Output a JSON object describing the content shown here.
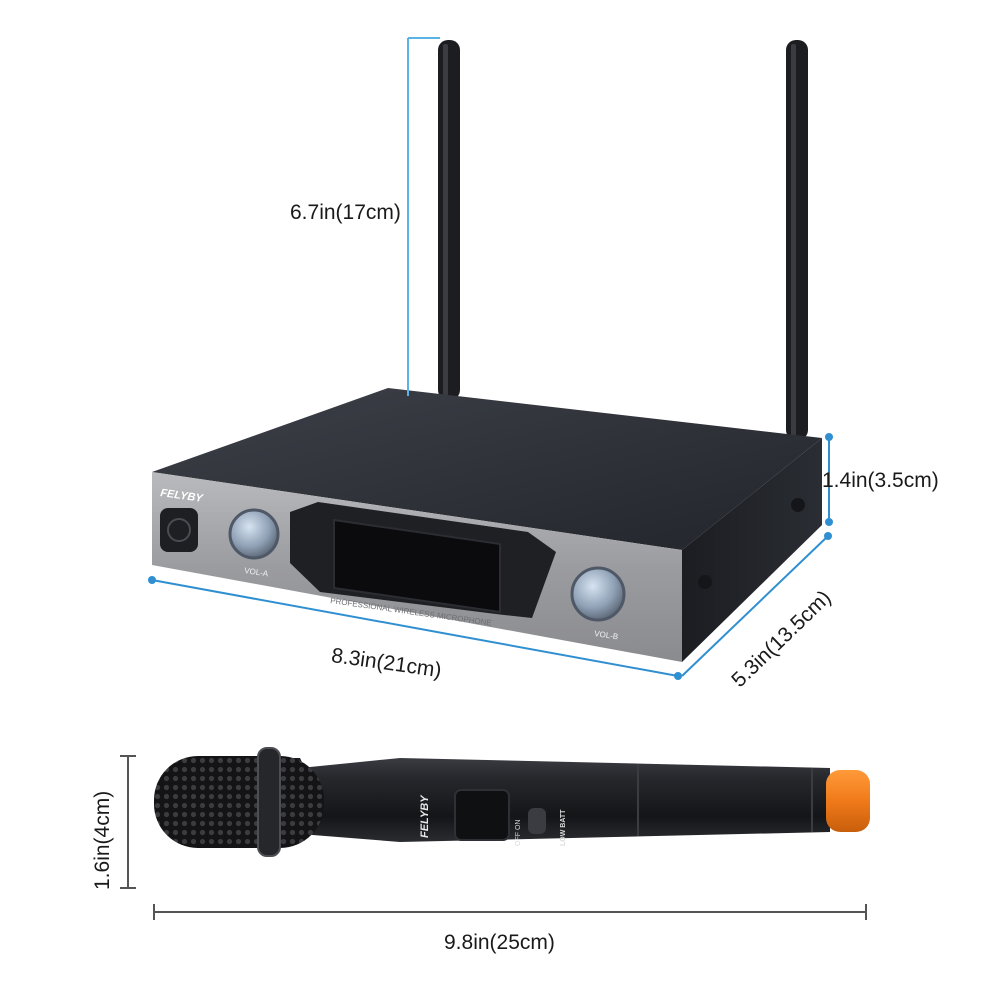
{
  "dimensions": {
    "antenna_height": "6.7in(17cm)",
    "receiver_height": "1.4in(3.5cm)",
    "receiver_width": "8.3in(21cm)",
    "receiver_depth": "5.3in(13.5cm)",
    "mic_diameter": "1.6in(4cm)",
    "mic_length": "9.8in(25cm)"
  },
  "receiver": {
    "brand": "FELYBY",
    "panel_text": "PROFESSIONAL WIRELESS MICROPHONE",
    "knob_a_label": "VOL-A",
    "knob_b_label": "VOL-B"
  },
  "microphone": {
    "brand": "FELYBY",
    "switch_label": "OFF ON",
    "battery_label": "LOW BATT"
  },
  "colors": {
    "dimension_line": "#2f8fd0",
    "antenna_line": "#5ab3e6",
    "receiver_body": "#2c2f36",
    "front_panel": "#a3a4a7",
    "mic_body": "#1c1d20",
    "mic_cap": "#f07a1a"
  }
}
